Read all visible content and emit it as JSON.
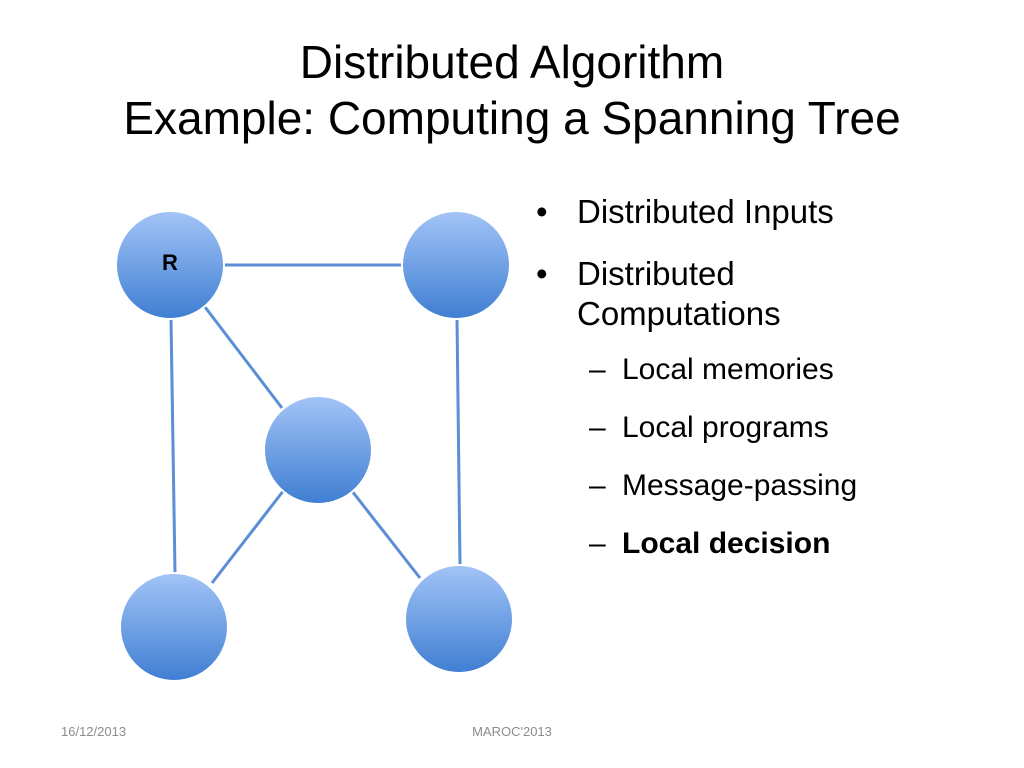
{
  "slide": {
    "title_line1": "Distributed Algorithm",
    "title_line2": "Example: Computing a Spanning Tree"
  },
  "graph": {
    "root_label": "R",
    "node_color_top": "#9fc2f5",
    "node_color_bottom": "#3f7fd3",
    "edge_color": "#5b8ed6"
  },
  "bullets": {
    "item1": "Distributed Inputs",
    "item2_line1": "Distributed",
    "item2_line2": "Computations",
    "sub1": "Local memories",
    "sub2": "Local programs",
    "sub3": "Message-passing",
    "sub4": "Local decision",
    "bullet_glyph": "•",
    "dash_glyph": "–"
  },
  "footer": {
    "date": "16/12/2013",
    "center": "MAROC'2013"
  }
}
